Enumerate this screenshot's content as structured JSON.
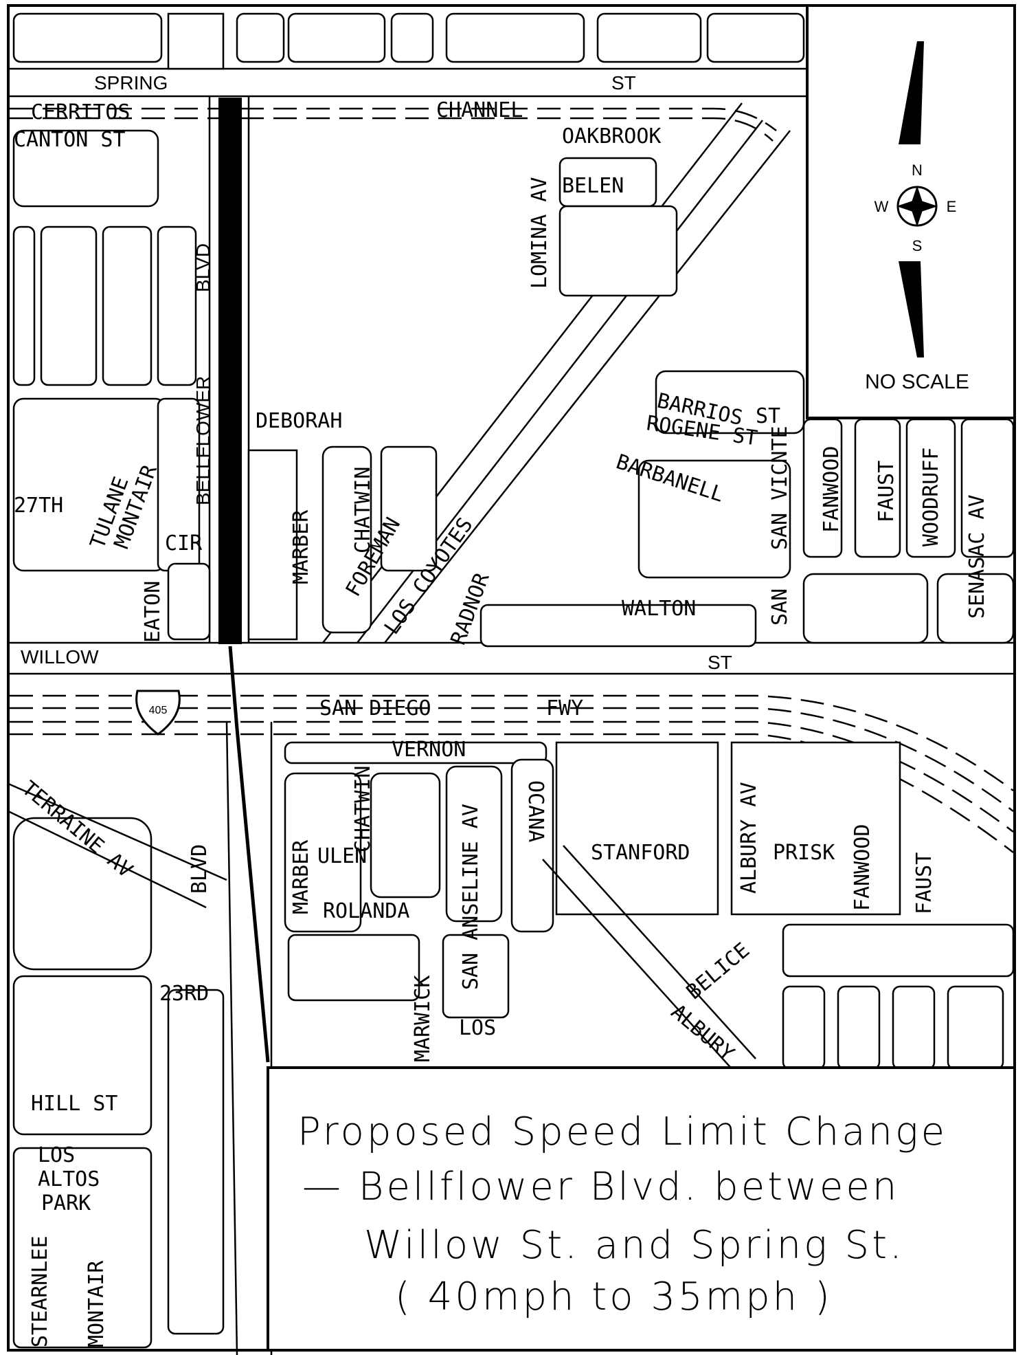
{
  "title": {
    "line1": "Proposed Speed Limit Change",
    "line2": "— Bellflower Blvd. between",
    "line3": "Willow St. and Spring St.",
    "line4": "( 40mph to 35mph )"
  },
  "legend": {
    "north": "N",
    "south": "S",
    "east": "E",
    "west": "W",
    "scale": "NO SCALE"
  },
  "shield": {
    "route": "405"
  },
  "highlight": {
    "color": "#000000",
    "label": "Bellflower Blvd segment"
  },
  "streets": {
    "spring": "SPRING",
    "spring_st": "ST",
    "cerritos": "CERRITOS",
    "channel": "CHANNEL",
    "canton_st": "CANTON ST",
    "oakbrook": "OAKBROOK",
    "belen": "BELEN",
    "lomina_av": "LOMINA AV",
    "bellflower": "BELLFLOWER",
    "blvd": "BLVD",
    "deborah": "DEBORAH",
    "barrios": "BARRIOS",
    "barrios_st": "ST",
    "rogene_st": "ROGENE ST",
    "barbanell": "BARBANELL",
    "fanwood": "FANWOOD",
    "faust": "FAUST",
    "woodruff": "WOODRUFF",
    "senasac_av": "SENASAC AV",
    "tulane": "TULANE",
    "montair": "MONTAIR",
    "th27": "27TH",
    "cir": "CIR",
    "eaton": "EATON",
    "marber": "MARBER",
    "chatwin": "CHATWIN",
    "foreman": "FOREMAN",
    "los_coyotes": "LOS COYOTES",
    "radnor": "RADNOR",
    "san_vicnte": "SAN VICNTE",
    "walton": "WALTON",
    "san": "SAN",
    "willow": "WILLOW",
    "willow_st": "ST",
    "san_diego": "SAN DIEGO",
    "fwy": "FWY",
    "vernon": "VERNON",
    "terraine_av": "TERRAINE AV",
    "ulen": "ULEN",
    "rolanda": "ROLANDA",
    "san_anseline_av": "SAN ANSELINE AV",
    "ocana": "OCANA",
    "stanford": "STANFORD",
    "albury_av": "ALBURY AV",
    "prisk": "PRISK",
    "rd23": "23RD",
    "marwick": "MARWICK",
    "los": "LOS",
    "belice": "BELICE",
    "albury": "ALBURY",
    "hill_st": "HILL ST",
    "los_altos_park": [
      "LOS",
      "ALTOS",
      "PARK"
    ],
    "stearnlee": "STEARNLEE",
    "av": "AV",
    "st": "ST"
  }
}
